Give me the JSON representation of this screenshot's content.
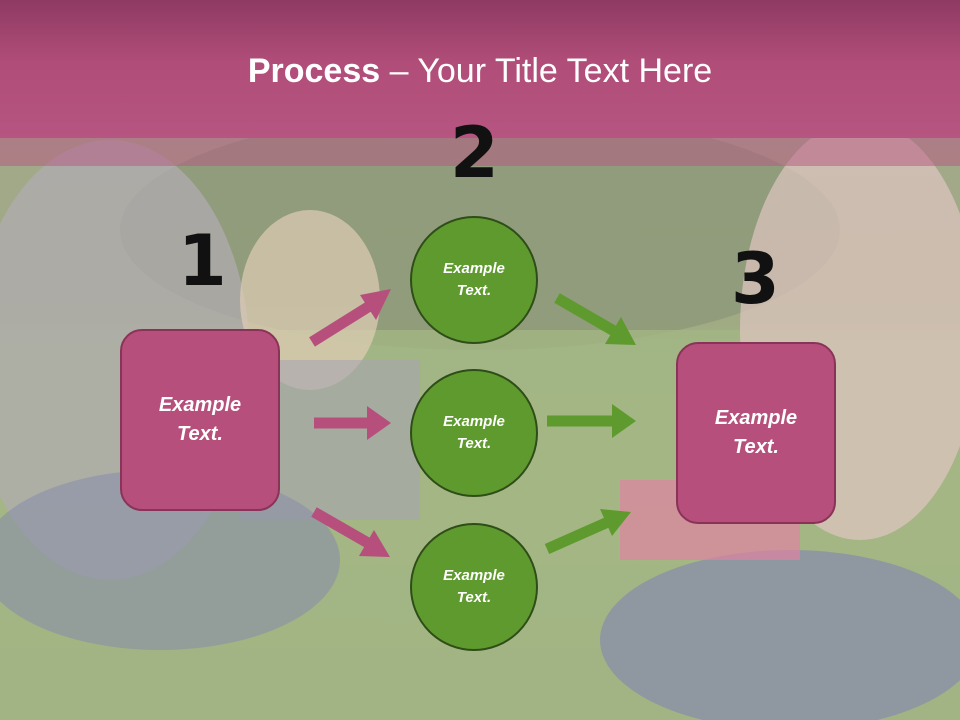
{
  "slide": {
    "title_bold": "Process",
    "title_rest": " – Your Title Text Here"
  },
  "steps": {
    "n1": "1",
    "n2": "2",
    "n3": "3"
  },
  "boxes": {
    "left_line1": "Example",
    "left_line2": "Text.",
    "right_line1": "Example",
    "right_line2": "Text."
  },
  "circles": [
    {
      "line1": "Example",
      "line2": "Text."
    },
    {
      "line1": "Example",
      "line2": "Text."
    },
    {
      "line1": "Example",
      "line2": "Text."
    }
  ],
  "colors": {
    "title_bar": "#b04d78",
    "box_fill": "#b64f7b",
    "circle_fill": "#5e9a2e",
    "arrow_pink": "#b64f7b",
    "arrow_green": "#5e9a2e"
  }
}
